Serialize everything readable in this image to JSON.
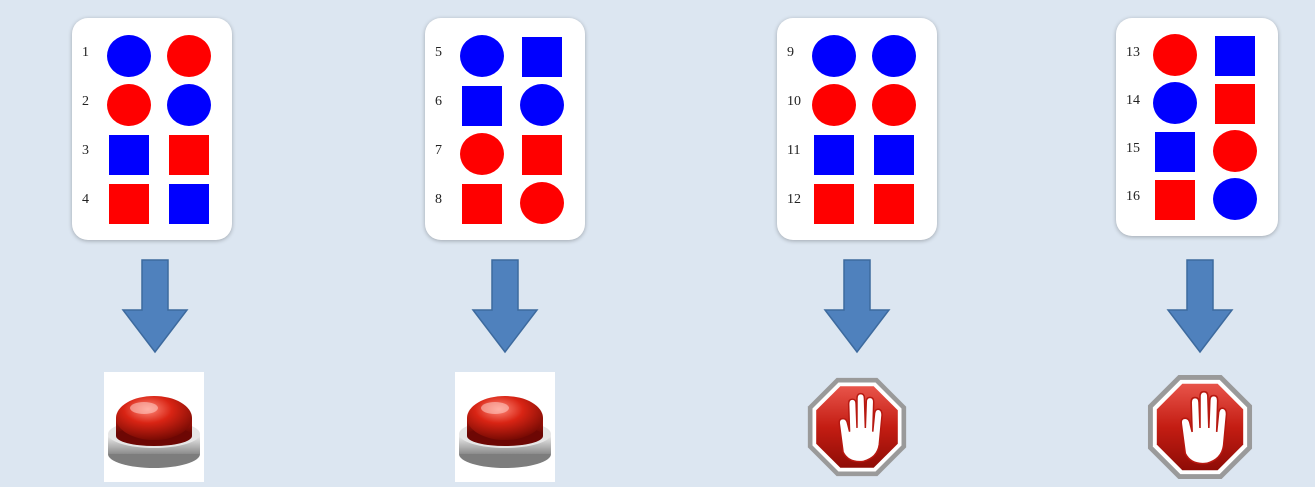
{
  "colors": {
    "blue": "#0000ff",
    "red": "#ff0000",
    "arrow": "#4f81bd",
    "background": "#dce6f1"
  },
  "groups": [
    {
      "rows": [
        {
          "num": "1",
          "shapes": [
            {
              "shape": "circle",
              "color": "blue"
            },
            {
              "shape": "circle",
              "color": "red"
            }
          ]
        },
        {
          "num": "2",
          "shapes": [
            {
              "shape": "circle",
              "color": "red"
            },
            {
              "shape": "circle",
              "color": "blue"
            }
          ]
        },
        {
          "num": "3",
          "shapes": [
            {
              "shape": "square",
              "color": "blue"
            },
            {
              "shape": "square",
              "color": "red"
            }
          ]
        },
        {
          "num": "4",
          "shapes": [
            {
              "shape": "square",
              "color": "red"
            },
            {
              "shape": "square",
              "color": "blue"
            }
          ]
        }
      ],
      "result_icon": "red-push-button-icon"
    },
    {
      "rows": [
        {
          "num": "5",
          "shapes": [
            {
              "shape": "circle",
              "color": "blue"
            },
            {
              "shape": "square",
              "color": "blue"
            }
          ]
        },
        {
          "num": "6",
          "shapes": [
            {
              "shape": "square",
              "color": "blue"
            },
            {
              "shape": "circle",
              "color": "blue"
            }
          ]
        },
        {
          "num": "7",
          "shapes": [
            {
              "shape": "circle",
              "color": "red"
            },
            {
              "shape": "square",
              "color": "red"
            }
          ]
        },
        {
          "num": "8",
          "shapes": [
            {
              "shape": "square",
              "color": "red"
            },
            {
              "shape": "circle",
              "color": "red"
            }
          ]
        }
      ],
      "result_icon": "red-push-button-icon"
    },
    {
      "rows": [
        {
          "num": "9",
          "shapes": [
            {
              "shape": "circle",
              "color": "blue"
            },
            {
              "shape": "circle",
              "color": "blue"
            }
          ]
        },
        {
          "num": "10",
          "shapes": [
            {
              "shape": "circle",
              "color": "red"
            },
            {
              "shape": "circle",
              "color": "red"
            }
          ]
        },
        {
          "num": "11",
          "shapes": [
            {
              "shape": "square",
              "color": "blue"
            },
            {
              "shape": "square",
              "color": "blue"
            }
          ]
        },
        {
          "num": "12",
          "shapes": [
            {
              "shape": "square",
              "color": "red"
            },
            {
              "shape": "square",
              "color": "red"
            }
          ]
        }
      ],
      "result_icon": "stop-hand-icon"
    },
    {
      "rows": [
        {
          "num": "13",
          "shapes": [
            {
              "shape": "circle",
              "color": "red"
            },
            {
              "shape": "square",
              "color": "blue"
            }
          ]
        },
        {
          "num": "14",
          "shapes": [
            {
              "shape": "circle",
              "color": "blue"
            },
            {
              "shape": "square",
              "color": "red"
            }
          ]
        },
        {
          "num": "15",
          "shapes": [
            {
              "shape": "square",
              "color": "blue"
            },
            {
              "shape": "circle",
              "color": "red"
            }
          ]
        },
        {
          "num": "16",
          "shapes": [
            {
              "shape": "square",
              "color": "red"
            },
            {
              "shape": "circle",
              "color": "blue"
            }
          ]
        }
      ],
      "result_icon": "stop-hand-icon"
    }
  ]
}
